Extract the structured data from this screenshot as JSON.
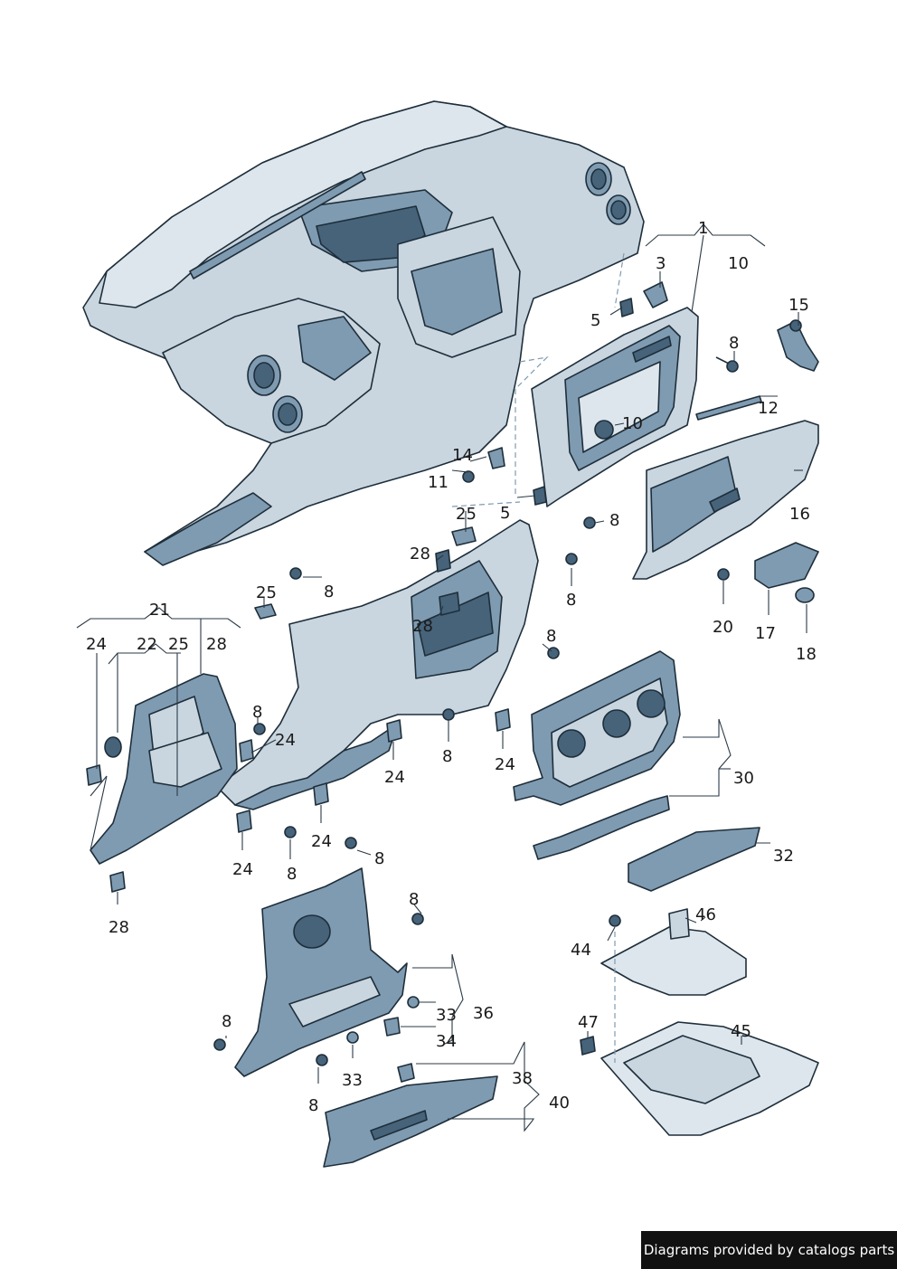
{
  "footer": {
    "text": "Diagrams provided by catalogs parts"
  },
  "callouts": [
    {
      "id": "c1",
      "text": "1"
    },
    {
      "id": "c3",
      "text": "3"
    },
    {
      "id": "c10a",
      "text": "10"
    },
    {
      "id": "c5a",
      "text": "5"
    },
    {
      "id": "c15",
      "text": "15"
    },
    {
      "id": "c8a",
      "text": "8"
    },
    {
      "id": "c12",
      "text": "12"
    },
    {
      "id": "c10b",
      "text": "10"
    },
    {
      "id": "c14",
      "text": "14"
    },
    {
      "id": "c11",
      "text": "11"
    },
    {
      "id": "c16",
      "text": "16"
    },
    {
      "id": "c5b",
      "text": "5"
    },
    {
      "id": "c8b",
      "text": "8"
    },
    {
      "id": "c25a",
      "text": "25"
    },
    {
      "id": "c28a",
      "text": "28"
    },
    {
      "id": "c8c",
      "text": "8"
    },
    {
      "id": "c25b",
      "text": "25"
    },
    {
      "id": "c8d",
      "text": "8"
    },
    {
      "id": "c20",
      "text": "20"
    },
    {
      "id": "c17",
      "text": "17"
    },
    {
      "id": "c18",
      "text": "18"
    },
    {
      "id": "c21",
      "text": "21"
    },
    {
      "id": "c28b",
      "text": "28"
    },
    {
      "id": "c24a",
      "text": "24"
    },
    {
      "id": "c22",
      "text": "22"
    },
    {
      "id": "c25c",
      "text": "25"
    },
    {
      "id": "c28c",
      "text": "28"
    },
    {
      "id": "c8e",
      "text": "8"
    },
    {
      "id": "c8f",
      "text": "8"
    },
    {
      "id": "c24b",
      "text": "24"
    },
    {
      "id": "c24c",
      "text": "24"
    },
    {
      "id": "c8g",
      "text": "8"
    },
    {
      "id": "c24d",
      "text": "24"
    },
    {
      "id": "c30",
      "text": "30"
    },
    {
      "id": "c24e",
      "text": "24"
    },
    {
      "id": "c24f",
      "text": "24"
    },
    {
      "id": "c8h",
      "text": "8"
    },
    {
      "id": "c8i",
      "text": "8"
    },
    {
      "id": "c32",
      "text": "32"
    },
    {
      "id": "c28d",
      "text": "28"
    },
    {
      "id": "c8j",
      "text": "8"
    },
    {
      "id": "c46",
      "text": "46"
    },
    {
      "id": "c44",
      "text": "44"
    },
    {
      "id": "c36",
      "text": "36"
    },
    {
      "id": "c33a",
      "text": "33"
    },
    {
      "id": "c34",
      "text": "34"
    },
    {
      "id": "c8k",
      "text": "8"
    },
    {
      "id": "c47",
      "text": "47"
    },
    {
      "id": "c45",
      "text": "45"
    },
    {
      "id": "c33b",
      "text": "33"
    },
    {
      "id": "c38",
      "text": "38"
    },
    {
      "id": "c40",
      "text": "40"
    },
    {
      "id": "c8l",
      "text": "8"
    }
  ]
}
